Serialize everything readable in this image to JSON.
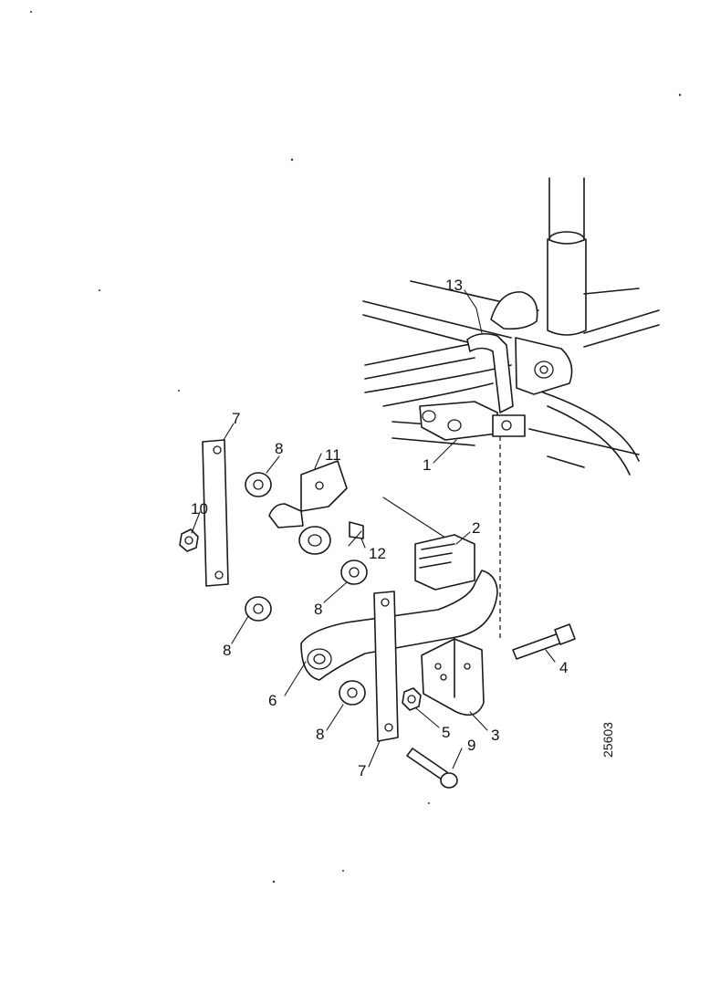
{
  "figure": {
    "reference_number": "25603",
    "callouts": {
      "c1": "1",
      "c2": "2",
      "c3": "3",
      "c4": "4",
      "c5": "5",
      "c6": "6",
      "c7_top": "7",
      "c7_bottom": "7",
      "c8_top": "8",
      "c8_mid": "8",
      "c8_left": "8",
      "c8_bottom": "8",
      "c9": "9",
      "c10": "10",
      "c11": "11",
      "c12": "12",
      "c13": "13"
    }
  }
}
